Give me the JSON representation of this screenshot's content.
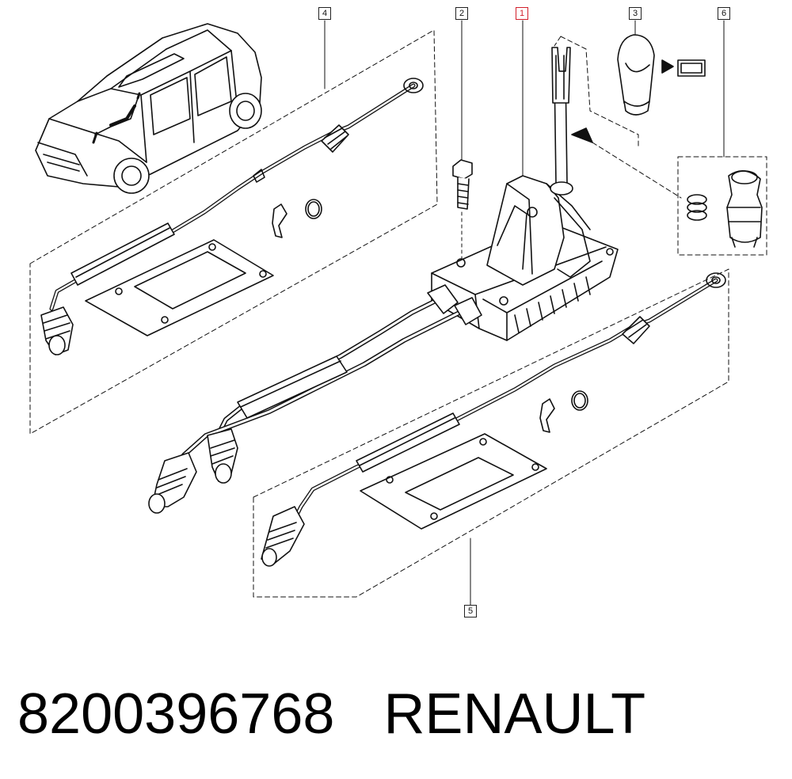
{
  "callouts": {
    "c1": "1",
    "c2": "2",
    "c3": "3",
    "c4": "4",
    "c5": "5",
    "c6": "6"
  },
  "footer": {
    "part_number": "8200396768",
    "brand": "RENAULT"
  },
  "colors": {
    "line": "#111111",
    "highlight": "#d21f2b",
    "background": "#ffffff"
  }
}
